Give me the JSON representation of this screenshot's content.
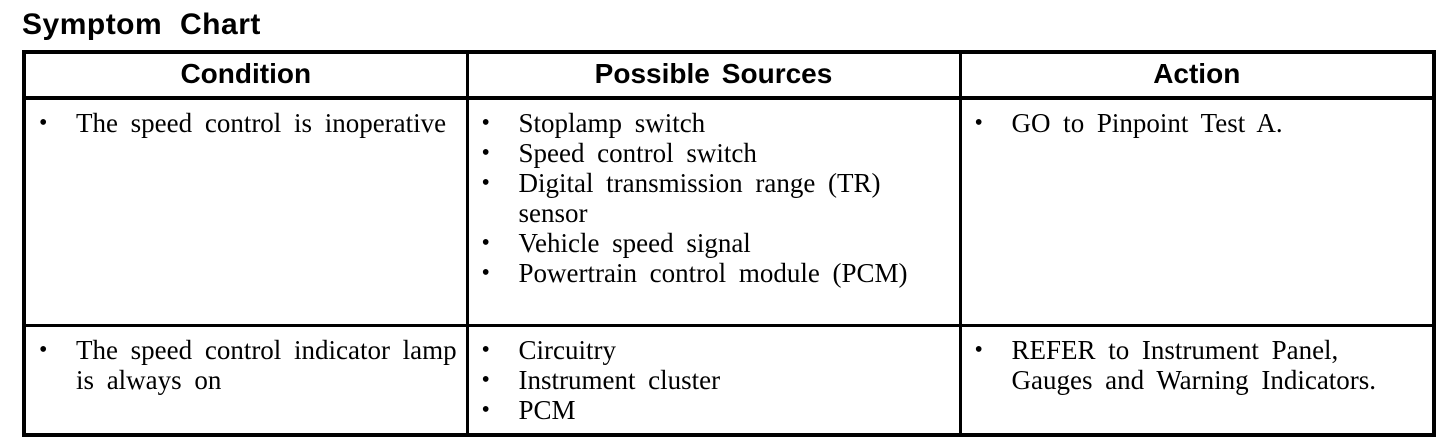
{
  "title": "Symptom Chart",
  "icons": {
    "bullet": "•"
  },
  "table": {
    "headers": [
      "Condition",
      "Possible Sources",
      "Action"
    ],
    "rows": [
      {
        "condition": [
          "The speed control is inoperative"
        ],
        "possible_sources": [
          "Stoplamp switch",
          "Speed control switch",
          "Digital transmission range (TR) sensor",
          "Vehicle speed signal",
          "Powertrain control module (PCM)"
        ],
        "action": [
          "GO to Pinpoint Test A."
        ]
      },
      {
        "condition": [
          "The speed control indicator lamp is always on"
        ],
        "possible_sources": [
          "Circuitry",
          "Instrument cluster",
          "PCM"
        ],
        "action": [
          "REFER to Instrument Panel, Gauges and Warning Indicators."
        ]
      }
    ]
  }
}
